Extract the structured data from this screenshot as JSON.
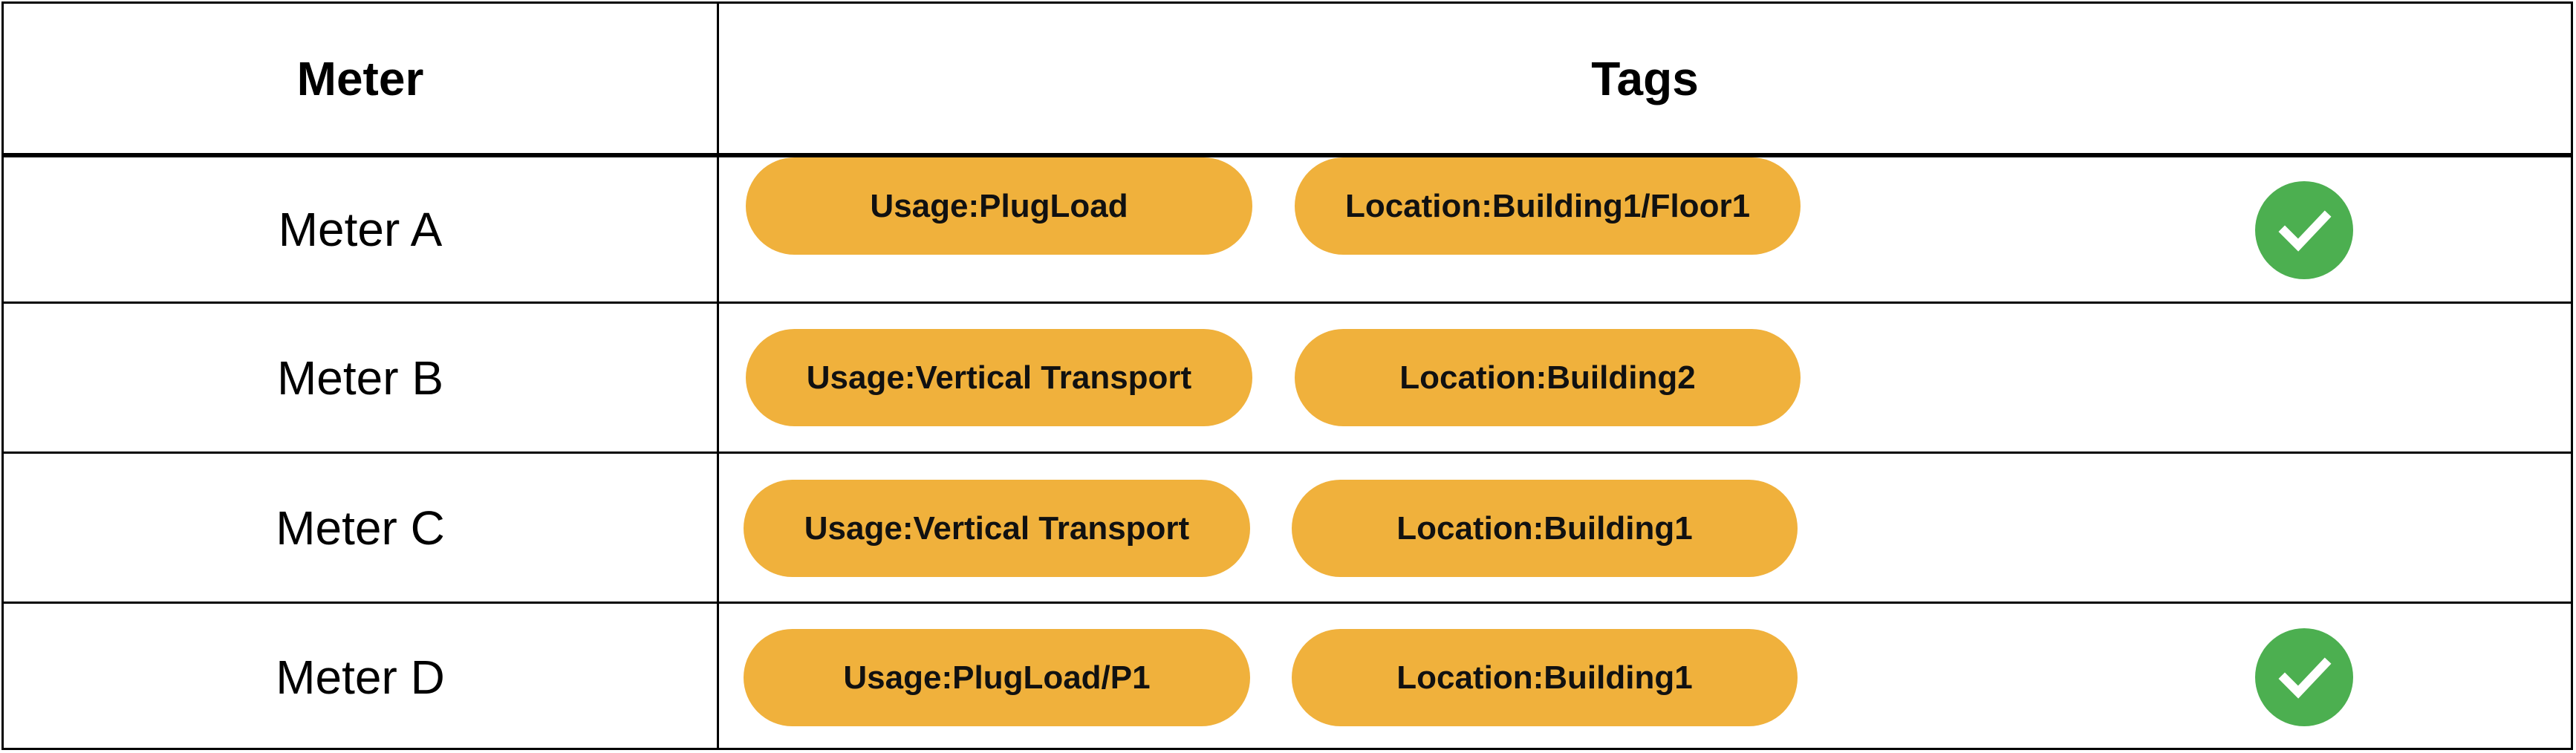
{
  "table": {
    "headers": {
      "meter": "Meter",
      "tags": "Tags"
    },
    "rows": [
      {
        "meter": "Meter A",
        "tags": [
          "Usage:PlugLoad",
          "Location:Building1/Floor1"
        ],
        "checked": true
      },
      {
        "meter": "Meter B",
        "tags": [
          "Usage:Vertical Transport",
          "Location:Building2"
        ],
        "checked": false
      },
      {
        "meter": "Meter C",
        "tags": [
          "Usage:Vertical Transport",
          "Location:Building1"
        ],
        "checked": false
      },
      {
        "meter": "Meter D",
        "tags": [
          "Usage:PlugLoad/P1",
          "Location:Building1"
        ],
        "checked": true
      }
    ]
  },
  "colors": {
    "tag_fill": "#F0B13C",
    "check_fill": "#4CAF50",
    "border": "#000000"
  },
  "icons": {
    "check": "check-circle-icon"
  }
}
